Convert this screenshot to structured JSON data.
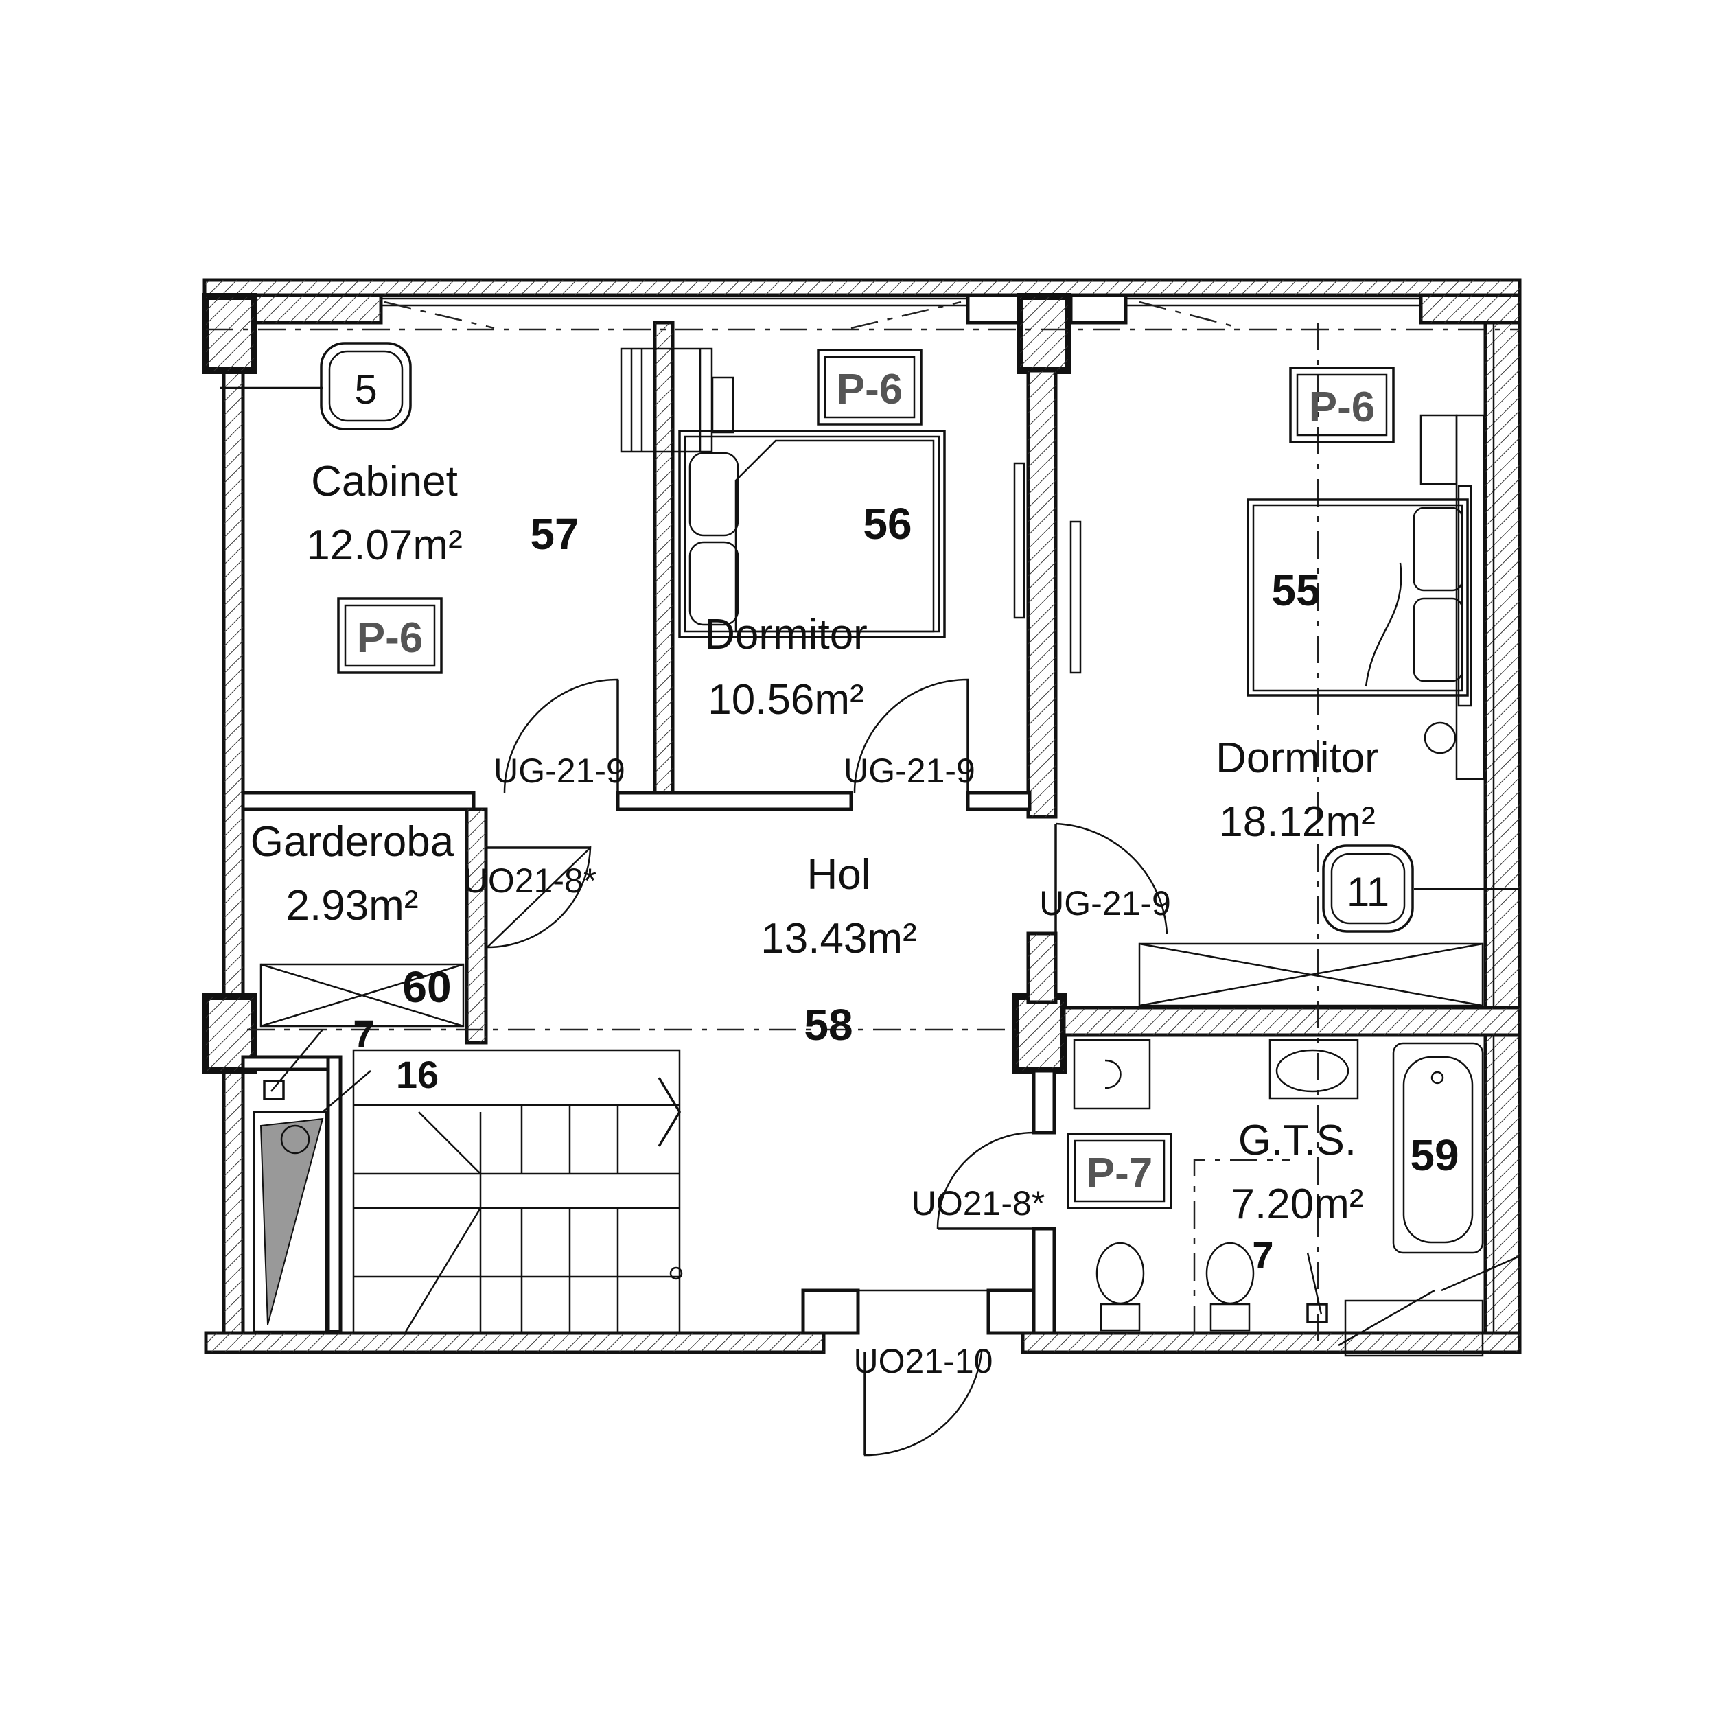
{
  "rooms": {
    "cabinet": {
      "name": "Cabinet",
      "area": "12.07m²",
      "number": "57",
      "tag": "P-6",
      "ref": "5"
    },
    "dormitor_small": {
      "name": "Dormitor",
      "area": "10.56m²",
      "number": "56",
      "tag": "P-6"
    },
    "dormitor_large": {
      "name": "Dormitor",
      "area": "18.12m²",
      "number": "55",
      "tag": "P-6",
      "ref": "11"
    },
    "garderoba": {
      "name": "Garderoba",
      "area": "2.93m²",
      "number": "60"
    },
    "hol": {
      "name": "Hol",
      "area": "13.43m²",
      "number": "58"
    },
    "gts": {
      "name": "G.T.S.",
      "area": "7.20m²",
      "number": "59",
      "tag": "P-7"
    }
  },
  "doors": {
    "cabinet": "UG-21-9",
    "dormitor_small": "UG-21-9",
    "dormitor_large": "UG-21-9",
    "garderoba": "UO21-8*",
    "gts": "UO21-8*",
    "entry": "UO21-10"
  },
  "markers": {
    "shaft_left": "7",
    "shaft_right": "7",
    "stair_steps": "16"
  }
}
